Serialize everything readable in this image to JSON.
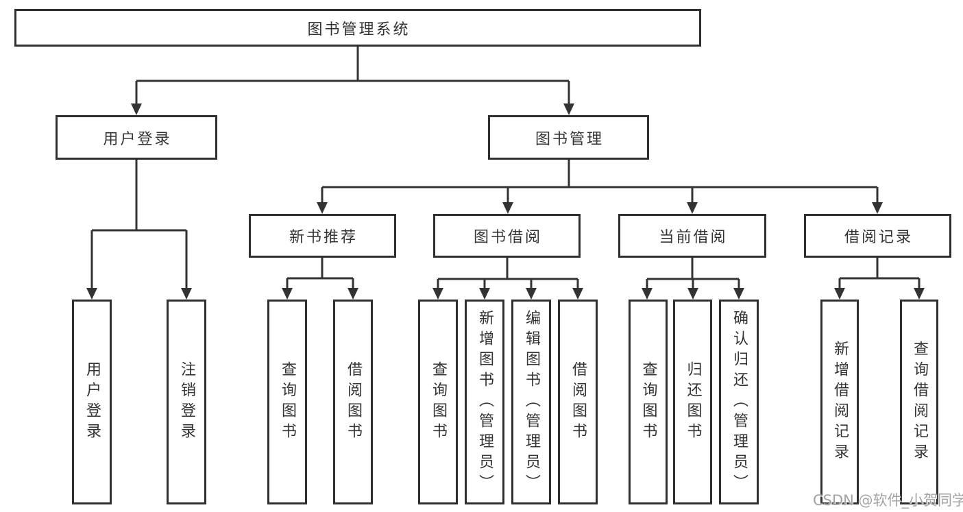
{
  "diagram": {
    "title": "图书管理系统",
    "nodes": {
      "root": "图书管理系统",
      "user_login": "用户登录",
      "book_management": "图书管理",
      "new_book_recommend": "新书推荐",
      "book_borrowing": "图书借阅",
      "current_borrowing": "当前借阅",
      "borrowing_records": "借阅记录",
      "user_login_leaf": "用户登录",
      "logout_leaf": "注销登录",
      "query_books_a": "查询图书",
      "borrow_books_a": "借阅图书",
      "query_books_b": "查询图书",
      "add_books_admin": "新增图书（管理员）",
      "edit_books_admin": "编辑图书（管理员）",
      "borrow_books_b": "借阅图书",
      "query_books_c": "查询图书",
      "return_books": "归还图书",
      "confirm_return_admin": "确认归还（管理员）",
      "add_borrow_record": "新增借阅记录",
      "query_borrow_record": "查询借阅记录"
    },
    "colors": {
      "line": "#333333",
      "box_border": "#2f2f2f",
      "box_background": "#ffffff",
      "text": "#333333",
      "watermark_text": "#a3a3a3",
      "page_background": "#ffffff"
    }
  },
  "watermark": "CSDN @软件_小贺同学"
}
